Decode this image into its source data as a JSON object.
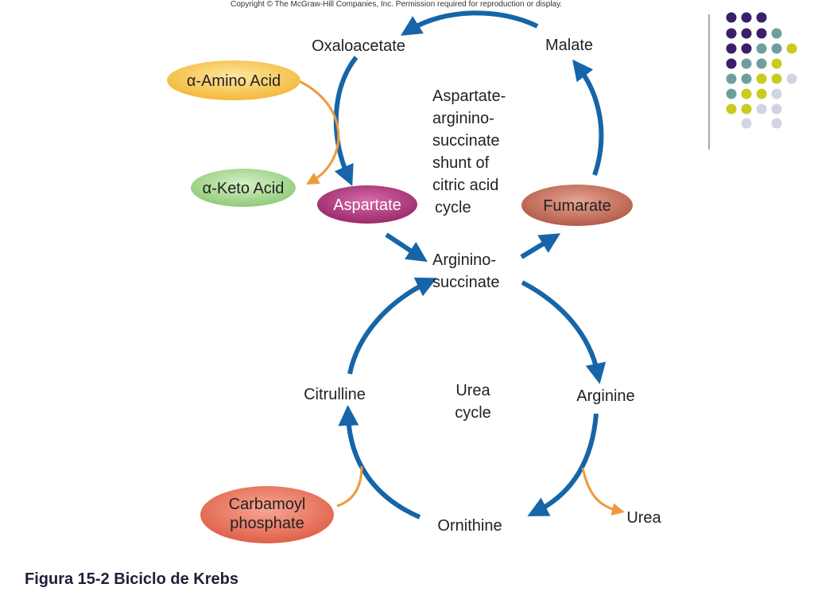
{
  "copyright": "Copyright © The McGraw-Hill Companies, Inc. Permission required for reproduction or display.",
  "caption": "Figura 15-2 Biciclo de Krebs",
  "nodes": {
    "oxaloacetate": "Oxaloacetate",
    "malate": "Malate",
    "aspartate": "Aspartate",
    "fumarate": "Fumarate",
    "argininosuccinate": [
      "Arginino-",
      "succinate"
    ],
    "citrulline": "Citrulline",
    "arginine": "Arginine",
    "ornithine": "Ornithine",
    "urea": "Urea"
  },
  "side_inputs": {
    "amino_acid": "α-Amino Acid",
    "keto_acid": "α-Keto Acid",
    "carbamoyl_phosphate": [
      "Carbamoyl",
      "phosphate"
    ]
  },
  "cycle_labels": {
    "shunt": [
      "Aspartate-",
      "arginino-",
      "succinate",
      "shunt of",
      "citric acid",
      "cycle"
    ],
    "urea_cycle": [
      "Urea",
      "cycle"
    ]
  },
  "colors": {
    "arrow_blue": "#1565a8",
    "arrow_orange": "#ee9a3a",
    "amino_acid_fill": "#f6c84a",
    "keto_acid_fill": "#9fd48a",
    "aspartate_fill": "#b03a7e",
    "fumarate_fill": "#c96f5c",
    "carbamoyl_fill": "#ec7860",
    "deco_purple": "#3b1f6b",
    "deco_teal": "#6f9e9e",
    "deco_yellow": "#c9cc1e",
    "deco_lavender": "#d3d3e6"
  }
}
